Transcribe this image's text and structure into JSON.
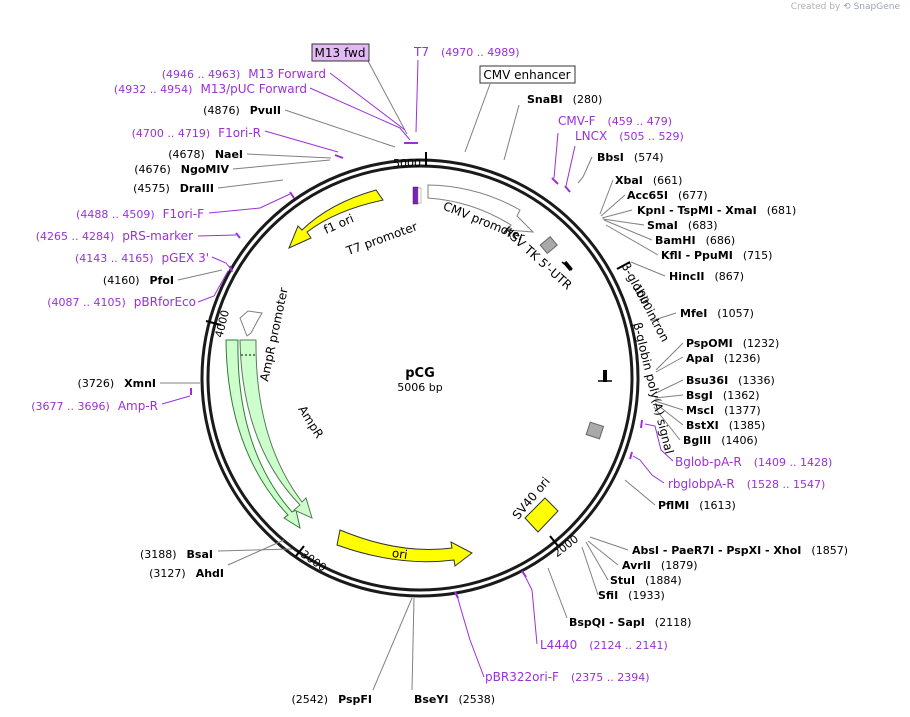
{
  "credit": {
    "prefix": "Created by",
    "brand": "SnapGene"
  },
  "plasmid": {
    "name": "pCG",
    "size_label": "5006 bp",
    "length": 5006
  },
  "colors": {
    "enzyme": "#000000",
    "primer": "#9b30d9",
    "leader": "#808080",
    "backbone": "#1a1a1a",
    "feature_yellow": "#ffff00",
    "feature_green": "#ccffcc",
    "feature_gray": "#a9a9a9"
  },
  "ticks": [
    "1000",
    "2000",
    "3000",
    "4000",
    "5000"
  ],
  "enzymes": [
    {
      "name": "SnaBI",
      "pos": "(280)"
    },
    {
      "name": "BbsI",
      "pos": "(574)"
    },
    {
      "name": "XbaI",
      "pos": "(661)"
    },
    {
      "name": "Acc65I",
      "pos": "(677)"
    },
    {
      "name": "KpnI  - TspMI  - XmaI",
      "pos": "(681)"
    },
    {
      "name": "SmaI",
      "pos": "(683)"
    },
    {
      "name": "BamHI",
      "pos": "(686)"
    },
    {
      "name": "KflI  - PpuMI",
      "pos": "(715)"
    },
    {
      "name": "HincII",
      "pos": "(867)"
    },
    {
      "name": "MfeI",
      "pos": "(1057)"
    },
    {
      "name": "PspOMI",
      "pos": "(1232)"
    },
    {
      "name": "ApaI",
      "pos": "(1236)"
    },
    {
      "name": "Bsu36I",
      "pos": "(1336)"
    },
    {
      "name": "BsgI",
      "pos": "(1362)"
    },
    {
      "name": "MscI",
      "pos": "(1377)"
    },
    {
      "name": "BstXI",
      "pos": "(1385)"
    },
    {
      "name": "BglII",
      "pos": "(1406)"
    },
    {
      "name": "PflMI",
      "pos": "(1613)"
    },
    {
      "name": "AbsI  - PaeR7I  - PspXI  - XhoI",
      "pos": "(1857)"
    },
    {
      "name": "AvrII",
      "pos": "(1879)"
    },
    {
      "name": "StuI",
      "pos": "(1884)"
    },
    {
      "name": "SfiI",
      "pos": "(1933)"
    },
    {
      "name": "BspQI  - SapI",
      "pos": "(2118)"
    },
    {
      "name": "BseYI",
      "pos": "(2538)"
    },
    {
      "name": "PspFI",
      "pos": "(2542)"
    },
    {
      "name": "AhdI",
      "pos": "(3127)"
    },
    {
      "name": "BsaI",
      "pos": "(3188)"
    },
    {
      "name": "XmnI",
      "pos": "(3726)"
    },
    {
      "name": "PfoI",
      "pos": "(4160)"
    },
    {
      "name": "DraIII",
      "pos": "(4575)"
    },
    {
      "name": "NgoMIV",
      "pos": "(4676)"
    },
    {
      "name": "NaeI",
      "pos": "(4678)"
    },
    {
      "name": "PvuII",
      "pos": "(4876)"
    }
  ],
  "primers": [
    {
      "name": "T7",
      "range": "(4970 .. 4989)"
    },
    {
      "name": "CMV-F",
      "range": "(459 .. 479)"
    },
    {
      "name": "LNCX",
      "range": "(505 .. 529)"
    },
    {
      "name": "Bglob-pA-R",
      "range": "(1409 .. 1428)"
    },
    {
      "name": "rbglobpA-R",
      "range": "(1528 .. 1547)"
    },
    {
      "name": "L4440",
      "range": "(2124 .. 2141)"
    },
    {
      "name": "pBR322ori-F",
      "range": "(2375 .. 2394)"
    },
    {
      "name": "Amp-R",
      "range": "(3677 .. 3696)"
    },
    {
      "name": "pBRforEco",
      "range": "(4087 .. 4105)"
    },
    {
      "name": "pGEX 3'",
      "range": "(4143 .. 4165)"
    },
    {
      "name": "pRS-marker",
      "range": "(4265 .. 4284)"
    },
    {
      "name": "F1ori-F",
      "range": "(4488 .. 4509)"
    },
    {
      "name": "F1ori-R",
      "range": "(4700 .. 4719)"
    },
    {
      "name": "M13/pUC Forward",
      "range": "(4932 .. 4954)"
    },
    {
      "name": "M13 Forward",
      "range": "(4946 .. 4963)"
    }
  ],
  "boxed": {
    "m13_fwd": "M13 fwd",
    "cmv_enhancer": "CMV enhancer"
  },
  "features": {
    "cmv_promoter": "CMV promoter",
    "t7_promoter": "T7 promoter",
    "hsv_tk": "HSV TK 5'-UTR",
    "globin_intron": "β-globin intron",
    "globin_polya": "β-globin poly(A) signal",
    "sv40_ori": "SV40 ori",
    "ori": "ori",
    "ampr": "AmpR",
    "ampr_promoter": "AmpR promoter",
    "f1_ori": "f1 ori"
  }
}
